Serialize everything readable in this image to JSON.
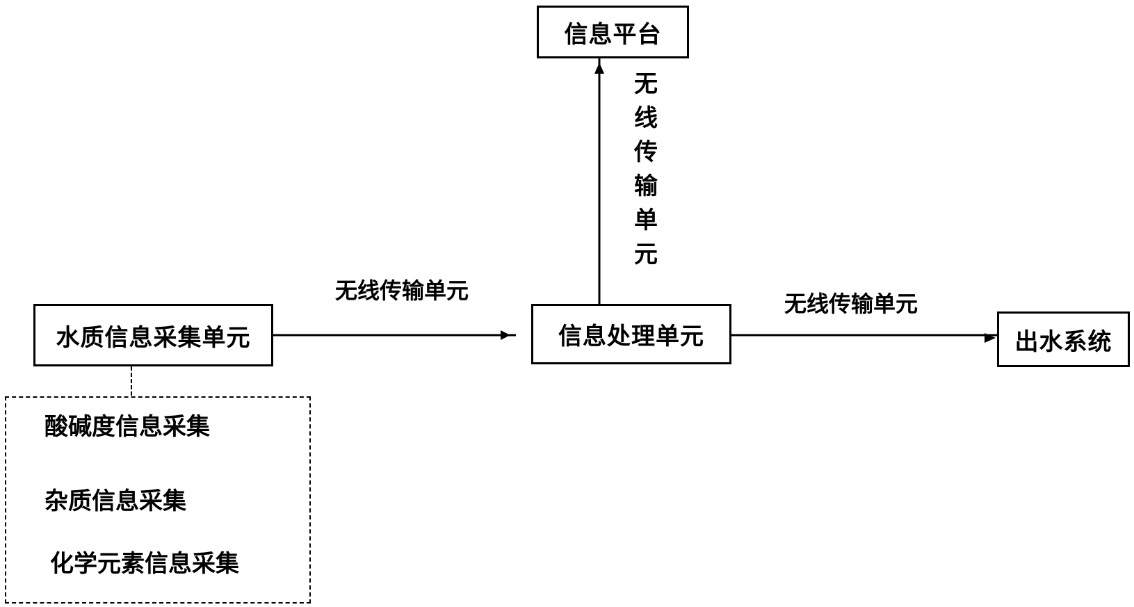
{
  "nodes": {
    "info_platform": "信息平台",
    "water_quality_unit": "水质信息采集单元",
    "info_processing_unit": "信息处理单元",
    "water_outlet_system": "出水系统"
  },
  "edges": {
    "collect_to_process": "无线传输单元",
    "process_to_platform": "无线传输单元",
    "process_to_outlet": "无线传输单元"
  },
  "vertical_label_chars": [
    "无",
    "线",
    "传",
    "输",
    "单",
    "元"
  ],
  "sub_items": [
    "酸碱度信息采集",
    "杂质信息采集",
    "化学元素信息采集"
  ]
}
